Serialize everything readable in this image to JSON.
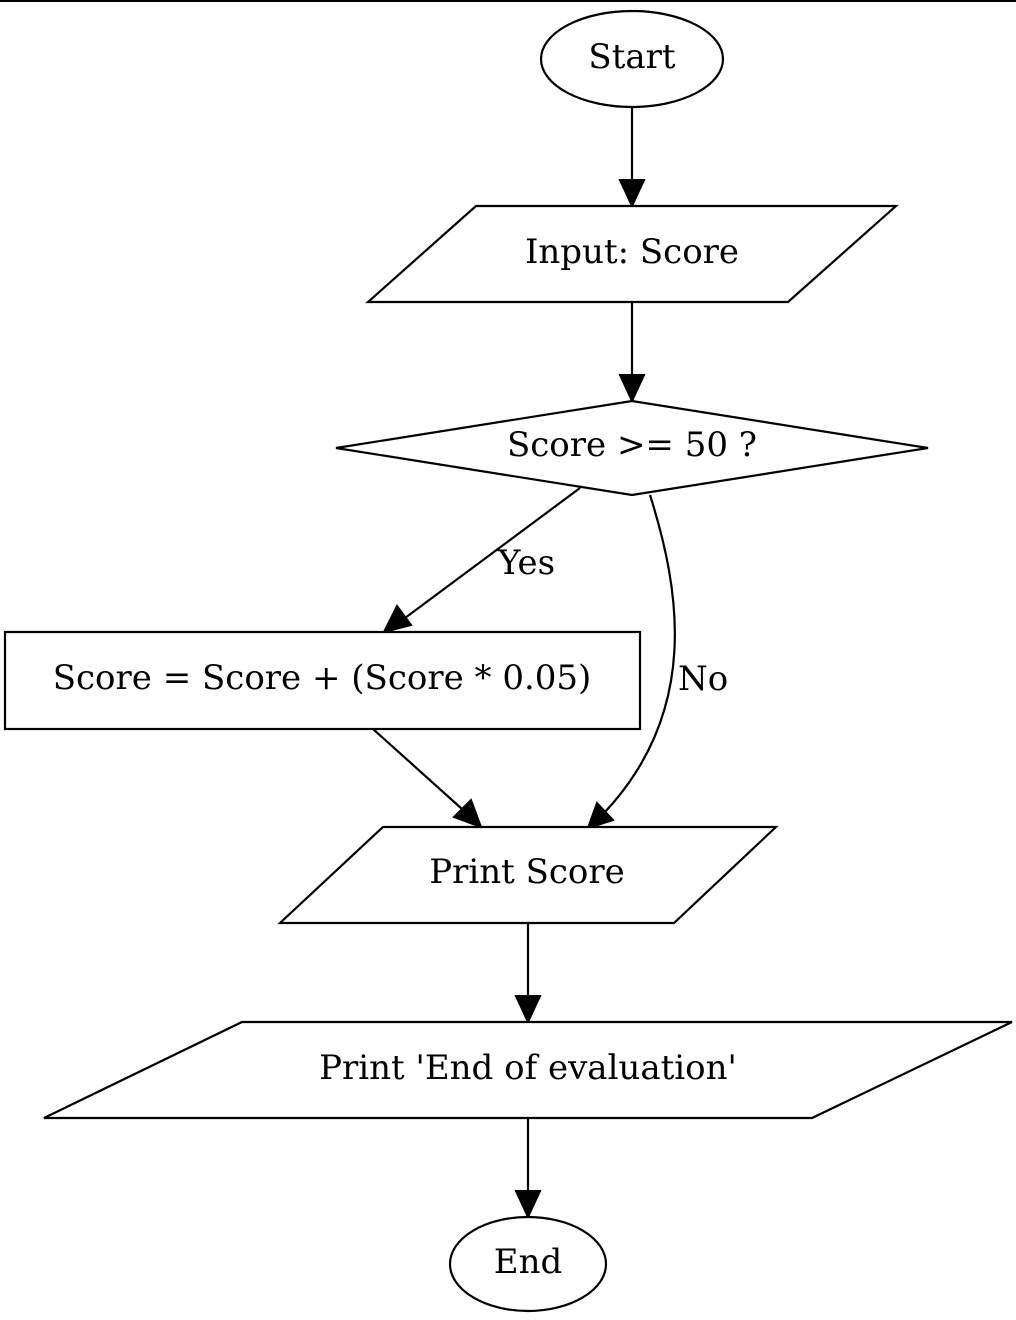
{
  "diagram": {
    "nodes": {
      "start": {
        "label": "Start",
        "shape": "ellipse"
      },
      "input": {
        "label": "Input: Score",
        "shape": "parallelogram"
      },
      "decision": {
        "label": "Score >= 50 ?",
        "shape": "diamond"
      },
      "process": {
        "label": "Score = Score + (Score * 0.05)",
        "shape": "rectangle"
      },
      "print_score": {
        "label": "Print Score",
        "shape": "parallelogram"
      },
      "print_end": {
        "label": "Print 'End of evaluation'",
        "shape": "parallelogram"
      },
      "end": {
        "label": "End",
        "shape": "ellipse"
      }
    },
    "edges": [
      {
        "from": "start",
        "to": "input",
        "label": ""
      },
      {
        "from": "input",
        "to": "decision",
        "label": ""
      },
      {
        "from": "decision",
        "to": "process",
        "label": "Yes"
      },
      {
        "from": "decision",
        "to": "print_score",
        "label": "No"
      },
      {
        "from": "process",
        "to": "print_score",
        "label": ""
      },
      {
        "from": "print_score",
        "to": "print_end",
        "label": ""
      },
      {
        "from": "print_end",
        "to": "end",
        "label": ""
      }
    ],
    "edge_labels": {
      "yes": "Yes",
      "no": "No"
    },
    "colors": {
      "stroke": "#000000",
      "fill": "#ffffff",
      "background": "#ffffff"
    }
  }
}
